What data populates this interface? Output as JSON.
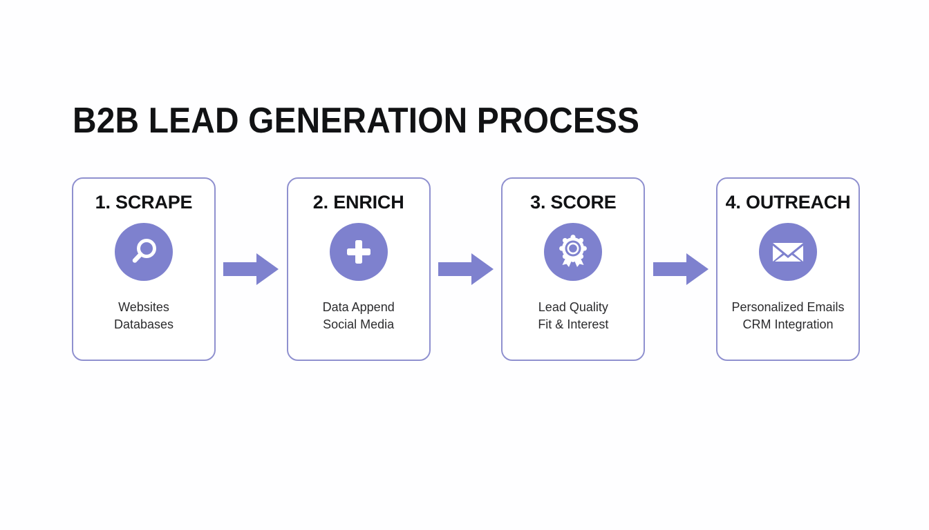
{
  "slide": {
    "title": "B2B LEAD GENERATION PROCESS",
    "background_color": "#ffffff",
    "accent_color": "#7e81ce",
    "border_color": "#8f90cf",
    "heading_color": "#111214",
    "caption_color": "#2b2b2d"
  },
  "steps": [
    {
      "heading": "1. SCRAPE",
      "icon": "search-icon",
      "caption_line1": "Websites",
      "caption_line2": "Databases"
    },
    {
      "heading": "2. ENRICH",
      "icon": "plus-icon",
      "caption_line1": "Data Append",
      "caption_line2": "Social Media"
    },
    {
      "heading": "3. SCORE",
      "icon": "award-ribbon-icon",
      "caption_line1": "Lead Quality",
      "caption_line2": "Fit & Interest"
    },
    {
      "heading": "4. OUTREACH",
      "icon": "envelope-icon",
      "caption_line1": "Personalized Emails",
      "caption_line2": "CRM Integration"
    }
  ],
  "connectors": [
    {
      "name": "arrow-1-to-2",
      "direction": "right"
    },
    {
      "name": "arrow-2-to-3",
      "direction": "right"
    },
    {
      "name": "arrow-3-to-4",
      "direction": "right"
    }
  ]
}
